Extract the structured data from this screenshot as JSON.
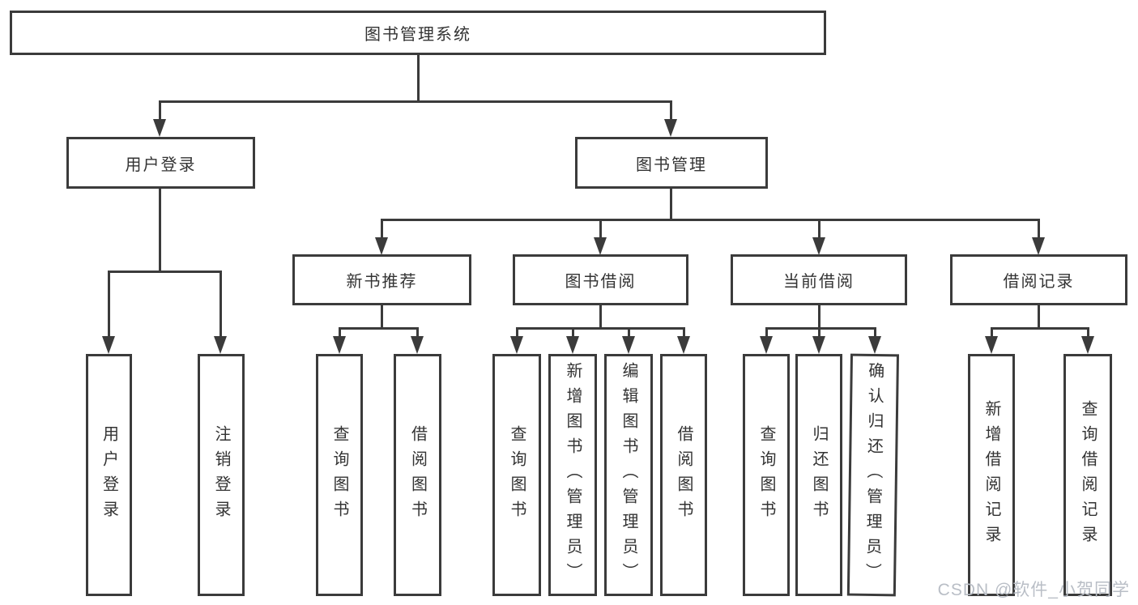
{
  "colors": {
    "line": "#3b3b3b",
    "text": "#333333",
    "watermark": "#b9bec6",
    "background": "#ffffff"
  },
  "watermark": {
    "text": "CSDN @软件_小贺同学"
  },
  "nodes": {
    "root": {
      "label": "图书管理系统"
    },
    "user_login": {
      "label": "用户登录"
    },
    "book_mgmt": {
      "label": "图书管理"
    },
    "new_book_reco": {
      "label": "新书推荐"
    },
    "book_borrow": {
      "label": "图书借阅"
    },
    "current_borrow": {
      "label": "当前借阅"
    },
    "borrow_records": {
      "label": "借阅记录"
    },
    "login_children": [
      {
        "label": "用户登录"
      },
      {
        "label": "注销登录"
      }
    ],
    "reco_children": [
      {
        "label": "查询图书"
      },
      {
        "label": "借阅图书"
      }
    ],
    "borrow_children": [
      {
        "label": "查询图书"
      },
      {
        "label": "新增图书（管理员）"
      },
      {
        "label": "编辑图书（管理员）"
      },
      {
        "label": "借阅图书"
      }
    ],
    "current_children": [
      {
        "label": "查询图书"
      },
      {
        "label": "归还图书"
      },
      {
        "label": "确认归还（管理员）"
      }
    ],
    "records_children": [
      {
        "label": "新增借阅记录"
      },
      {
        "label": "查询借阅记录"
      }
    ]
  }
}
